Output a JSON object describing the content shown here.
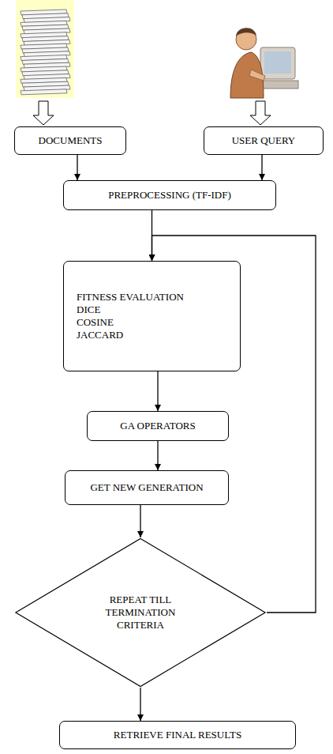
{
  "diagram": {
    "nodes": [
      {
        "text": [
          "DOCUMENTS"
        ]
      },
      {
        "text": [
          "USER QUERY"
        ]
      },
      {
        "text": [
          "PREPROCESSING (TF-IDF)"
        ]
      },
      {
        "text": [
          "FITNESS EVALUATION",
          "DICE",
          "COSINE",
          "JACCARD"
        ]
      },
      {
        "text": [
          "GA OPERATORS"
        ]
      },
      {
        "text": [
          "GET NEW GENERATION"
        ]
      },
      {
        "text": [
          "REPEAT TILL TERMINATION CRITERIA"
        ]
      },
      {
        "text": [
          "RETRIEVE FINAL RESULTS"
        ]
      }
    ],
    "edges": [
      {
        "from": 0,
        "to": 2,
        "arrow": "to"
      },
      {
        "from": 1,
        "to": 2,
        "arrow": "to"
      },
      {
        "from": 2,
        "to": 3,
        "arrow": "to"
      },
      {
        "from": 3,
        "to": 4,
        "arrow": "to"
      },
      {
        "from": 4,
        "to": 5,
        "arrow": "to"
      },
      {
        "from": 5,
        "to": 6,
        "arrow": "to"
      },
      {
        "from": 6,
        "to": 3,
        "arrow": "to"
      },
      {
        "from": 6,
        "to": 7,
        "arrow": "to"
      }
    ]
  }
}
